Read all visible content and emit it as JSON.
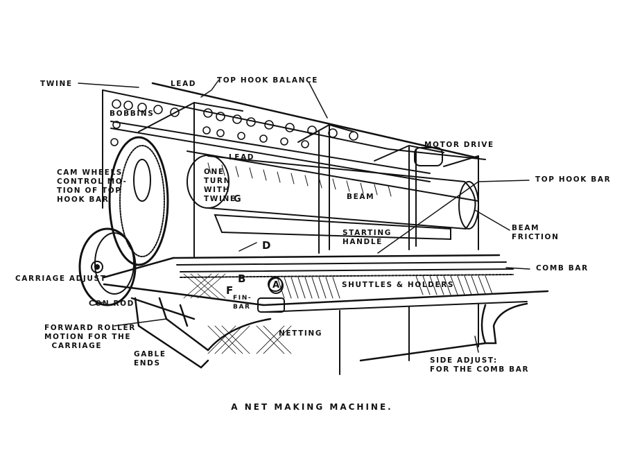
{
  "diagram": {
    "caption": "A NET MAKING MACHINE.",
    "labels": {
      "twine": "TWINE",
      "lead_top": "LEAD",
      "top_hook_balance": "TOP HOOK BALANCE",
      "bobbins": "BOBBINS",
      "lead_mid": "LEAD",
      "motor_drive": "MOTOR DRIVE",
      "top_hook_bar": "TOP HOOK BAR",
      "cam_wheels": "CAM WHEELS\nCONTROL MO-\nTION OF TOP\nHOOK BAR",
      "one_turn": "ONE\nTURN\nWITH\nTWINE",
      "beam": "BEAM",
      "beam_friction": "BEAM\nFRICTION",
      "starting_handle": "STARTING\nHANDLE",
      "comb_bar": "COMB BAR",
      "carriage_adjust": "CARRIAGE ADJUST",
      "con_rod": "CON ROD",
      "fin_bar": "FIN-\nBAR",
      "shuttles_holders": "SHUTTLES & HOLDERS",
      "forward_roller": "FORWARD ROLLER\nMOTION FOR THE\n  CARRIAGE",
      "netting": "NETTING",
      "gable_ends": "GABLE\nENDS",
      "side_adjust": "SIDE ADJUST:\nFOR THE COMB BAR"
    },
    "letters": {
      "a": "A",
      "b": "B",
      "d": "D",
      "f": "F",
      "g": "G"
    }
  }
}
